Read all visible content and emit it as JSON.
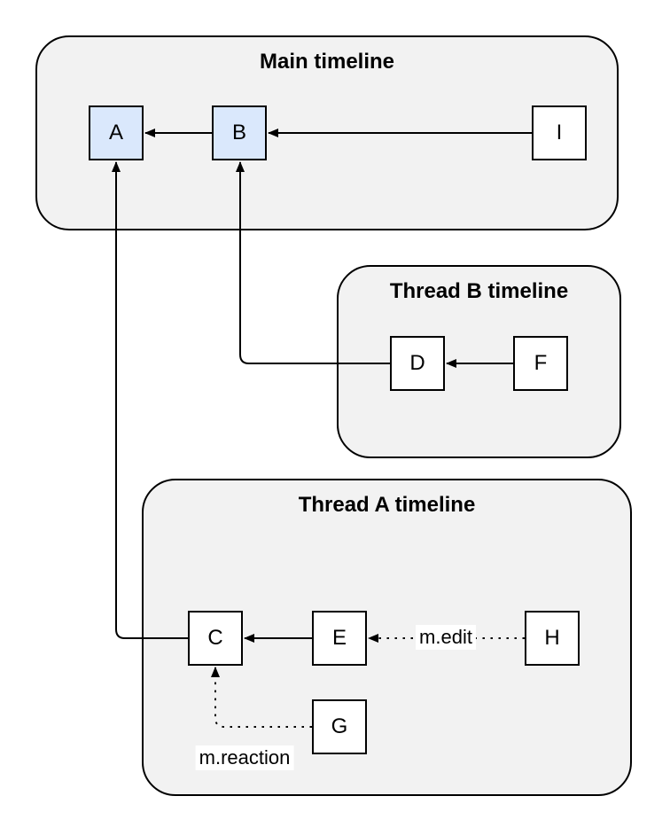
{
  "diagram": {
    "kind": "event-graph",
    "colors": {
      "canvas_bg": "#ffffff",
      "container_fill": "#f2f2f2",
      "container_stroke": "#000000",
      "node_fill": "#ffffff",
      "node_fill_highlight": "#dae8fc",
      "node_stroke": "#000000",
      "edge_color": "#000000",
      "edge_label_bg": "#ffffff",
      "text_color": "#000000"
    },
    "containers": [
      {
        "id": "main",
        "title": "Main timeline"
      },
      {
        "id": "thread-b",
        "title": "Thread B timeline"
      },
      {
        "id": "thread-a",
        "title": "Thread A timeline"
      }
    ],
    "nodes": [
      {
        "id": "A",
        "label": "A",
        "container": "main",
        "highlighted": true
      },
      {
        "id": "B",
        "label": "B",
        "container": "main",
        "highlighted": true
      },
      {
        "id": "I",
        "label": "I",
        "container": "main",
        "highlighted": false
      },
      {
        "id": "D",
        "label": "D",
        "container": "thread-b",
        "highlighted": false
      },
      {
        "id": "F",
        "label": "F",
        "container": "thread-b",
        "highlighted": false
      },
      {
        "id": "C",
        "label": "C",
        "container": "thread-a",
        "highlighted": false
      },
      {
        "id": "E",
        "label": "E",
        "container": "thread-a",
        "highlighted": false
      },
      {
        "id": "H",
        "label": "H",
        "container": "thread-a",
        "highlighted": false
      },
      {
        "id": "G",
        "label": "G",
        "container": "thread-a",
        "highlighted": false
      }
    ],
    "edges": [
      {
        "from": "B",
        "to": "A",
        "style": "solid",
        "label": ""
      },
      {
        "from": "I",
        "to": "B",
        "style": "solid",
        "label": ""
      },
      {
        "from": "F",
        "to": "D",
        "style": "solid",
        "label": ""
      },
      {
        "from": "D",
        "to": "B",
        "style": "solid",
        "label": ""
      },
      {
        "from": "E",
        "to": "C",
        "style": "solid",
        "label": ""
      },
      {
        "from": "C",
        "to": "A",
        "style": "solid",
        "label": ""
      },
      {
        "from": "H",
        "to": "E",
        "style": "dotted",
        "label": "m.edit"
      },
      {
        "from": "G",
        "to": "C",
        "style": "dotted",
        "label": "m.reaction"
      }
    ]
  }
}
